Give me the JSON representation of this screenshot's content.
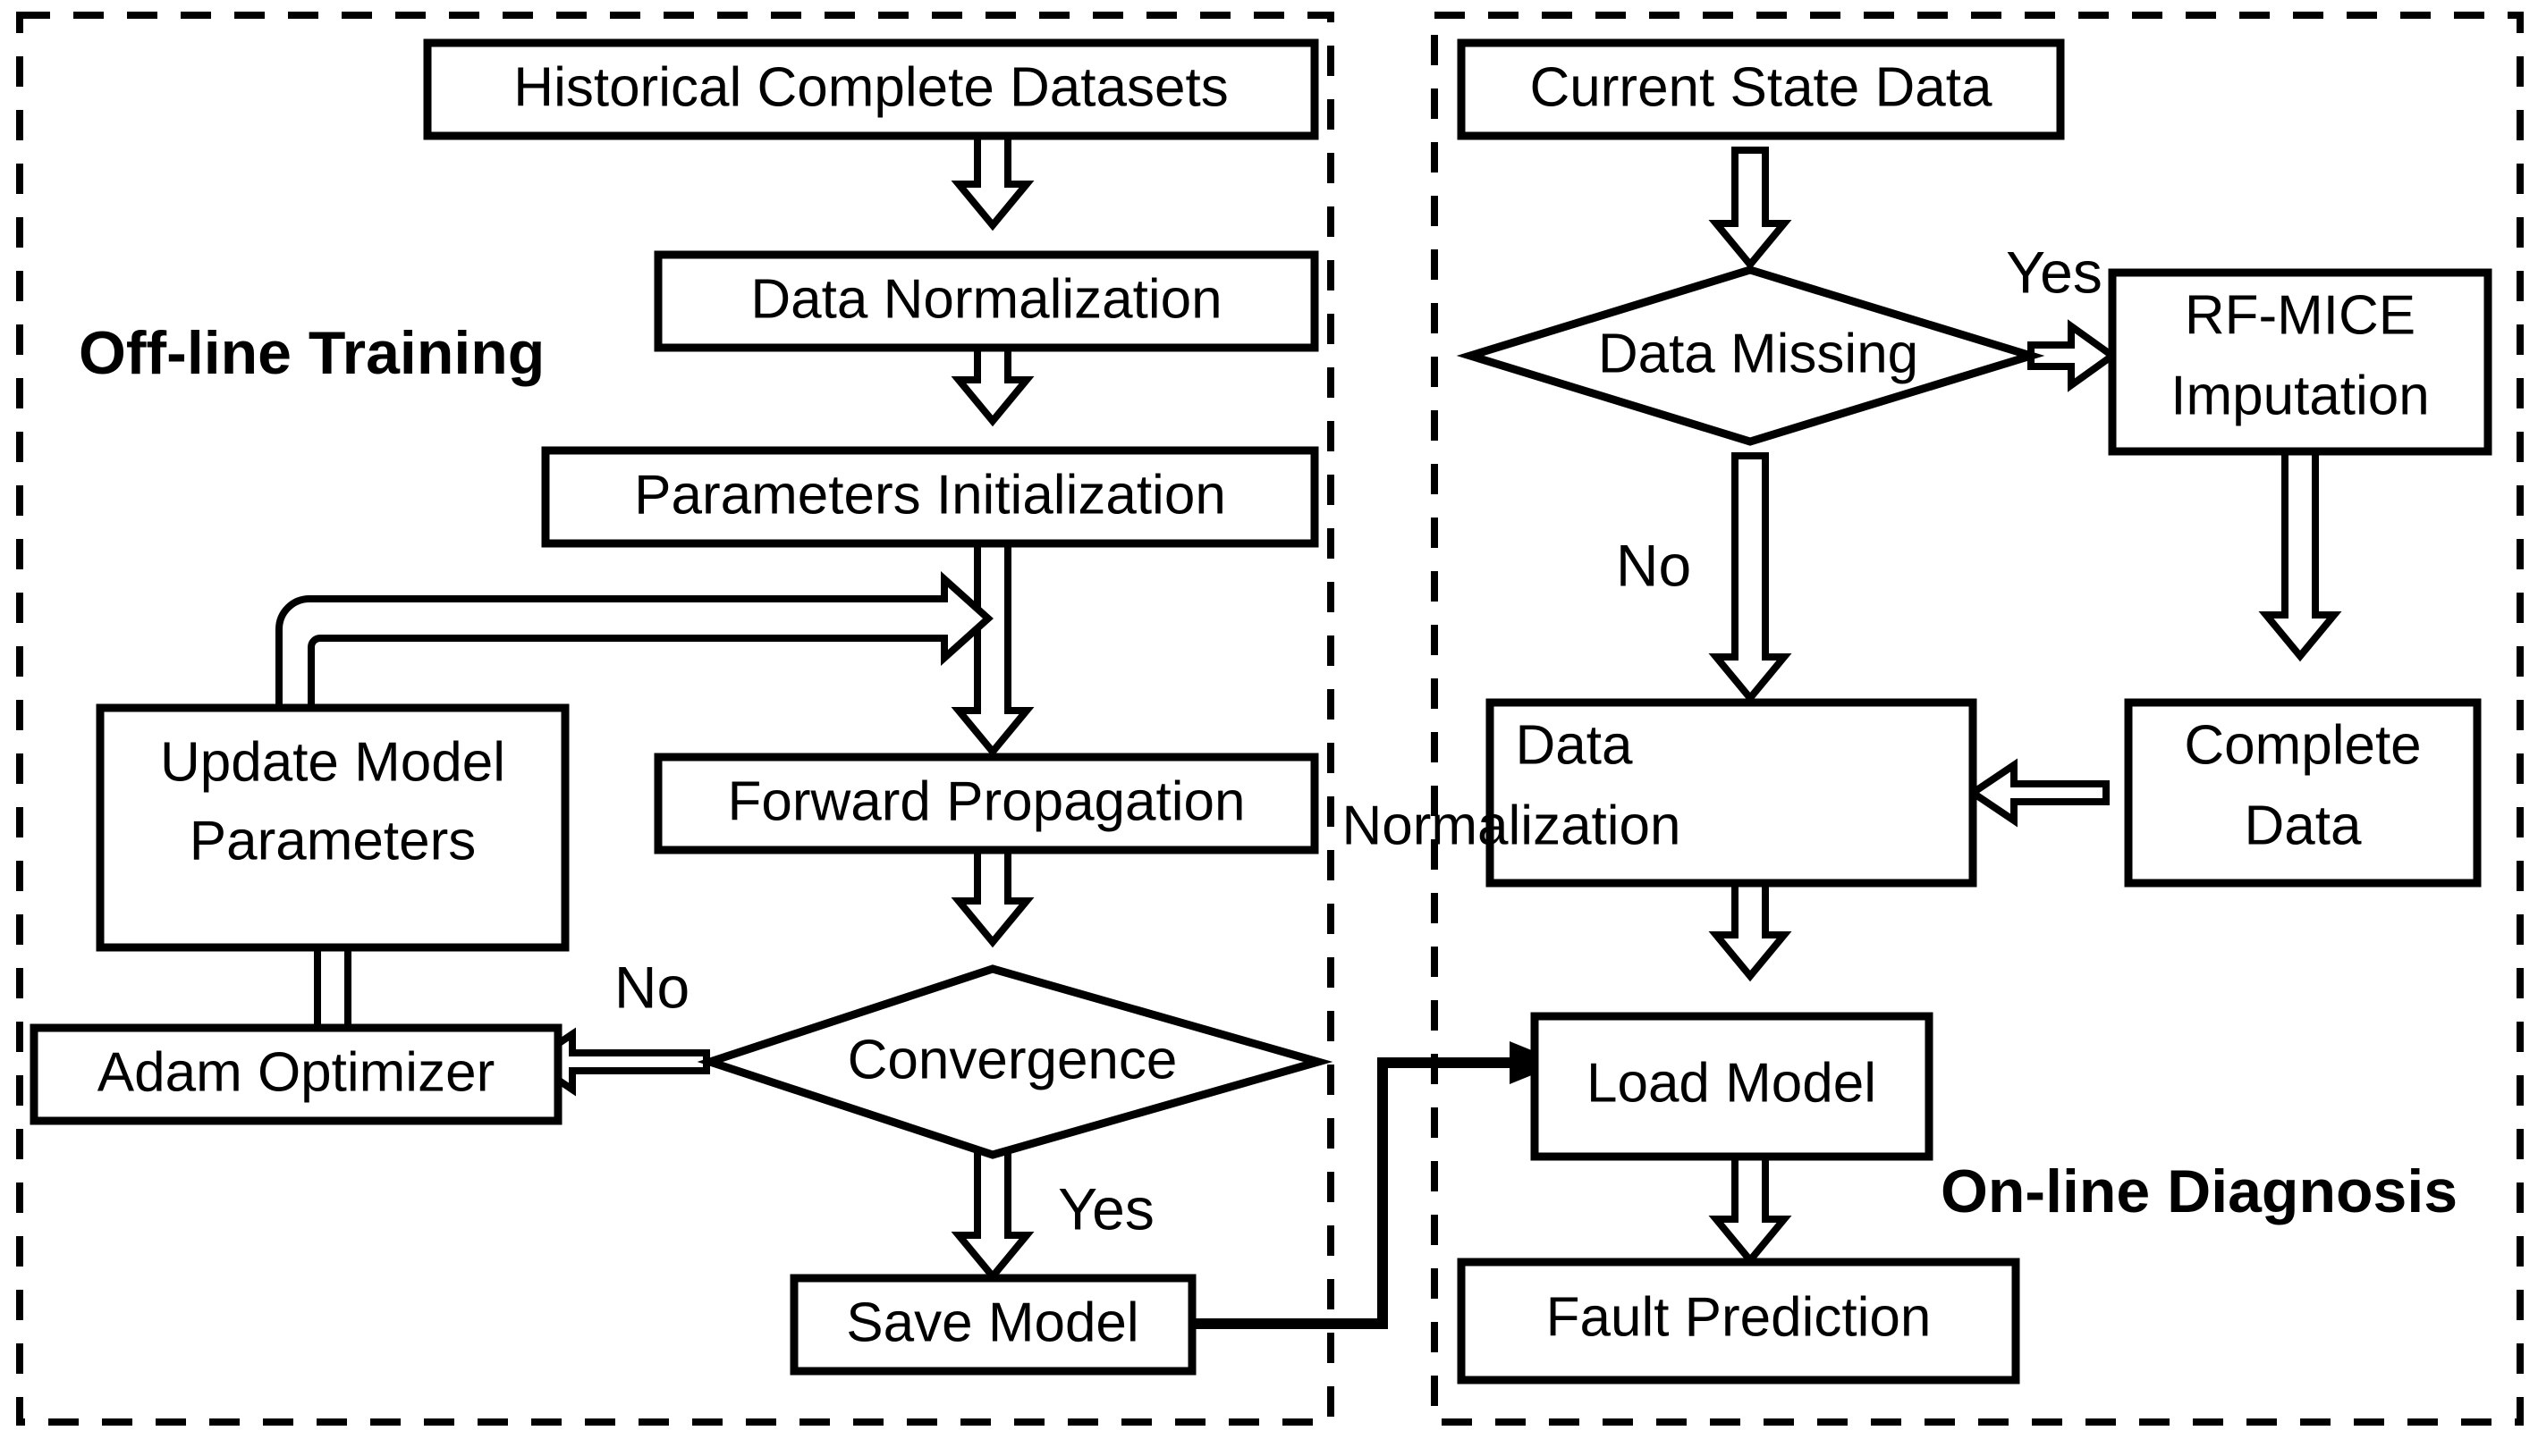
{
  "diagram": {
    "title": "Fault diagnosis framework flowchart",
    "panels": [
      {
        "id": "offline",
        "label": "Off-line Training"
      },
      {
        "id": "online",
        "label": "On-line Diagnosis"
      }
    ],
    "nodes": {
      "historical_datasets": {
        "label": "Historical Complete Datasets",
        "shape": "process"
      },
      "data_normalization_train": {
        "label": "Data Normalization",
        "shape": "process"
      },
      "parameters_initialization": {
        "label": "Parameters Initialization",
        "shape": "process"
      },
      "forward_propagation": {
        "label": "Forward Propagation",
        "shape": "process"
      },
      "update_model_parameters_line1": {
        "label": "Update Model",
        "shape": "process"
      },
      "update_model_parameters_line2": {
        "label": "Parameters",
        "shape": "process"
      },
      "adam_optimizer": {
        "label": "Adam Optimizer",
        "shape": "process"
      },
      "convergence": {
        "label": "Convergence",
        "shape": "decision"
      },
      "save_model": {
        "label": "Save Model",
        "shape": "process"
      },
      "current_state_data": {
        "label": "Current State Data",
        "shape": "process"
      },
      "data_missing": {
        "label": "Data Missing",
        "shape": "decision"
      },
      "rf_mice_line1": {
        "label": "RF-MICE",
        "shape": "process"
      },
      "rf_mice_line2": {
        "label": "Imputation",
        "shape": "process"
      },
      "complete_data_line1": {
        "label": "Complete",
        "shape": "process"
      },
      "complete_data_line2": {
        "label": "Data",
        "shape": "process"
      },
      "data_normalization_online_line1": {
        "label": "Data",
        "shape": "process"
      },
      "data_normalization_online_line2": {
        "label": "Normalization",
        "shape": "process"
      },
      "load_model": {
        "label": "Load Model",
        "shape": "process"
      },
      "fault_prediction": {
        "label": "Fault Prediction",
        "shape": "process"
      }
    },
    "edge_labels": {
      "convergence_no": "No",
      "convergence_yes": "Yes",
      "data_missing_yes": "Yes",
      "data_missing_no": "No"
    },
    "colors": {
      "stroke": "#000000",
      "fill": "#ffffff",
      "background": "#ffffff"
    }
  }
}
